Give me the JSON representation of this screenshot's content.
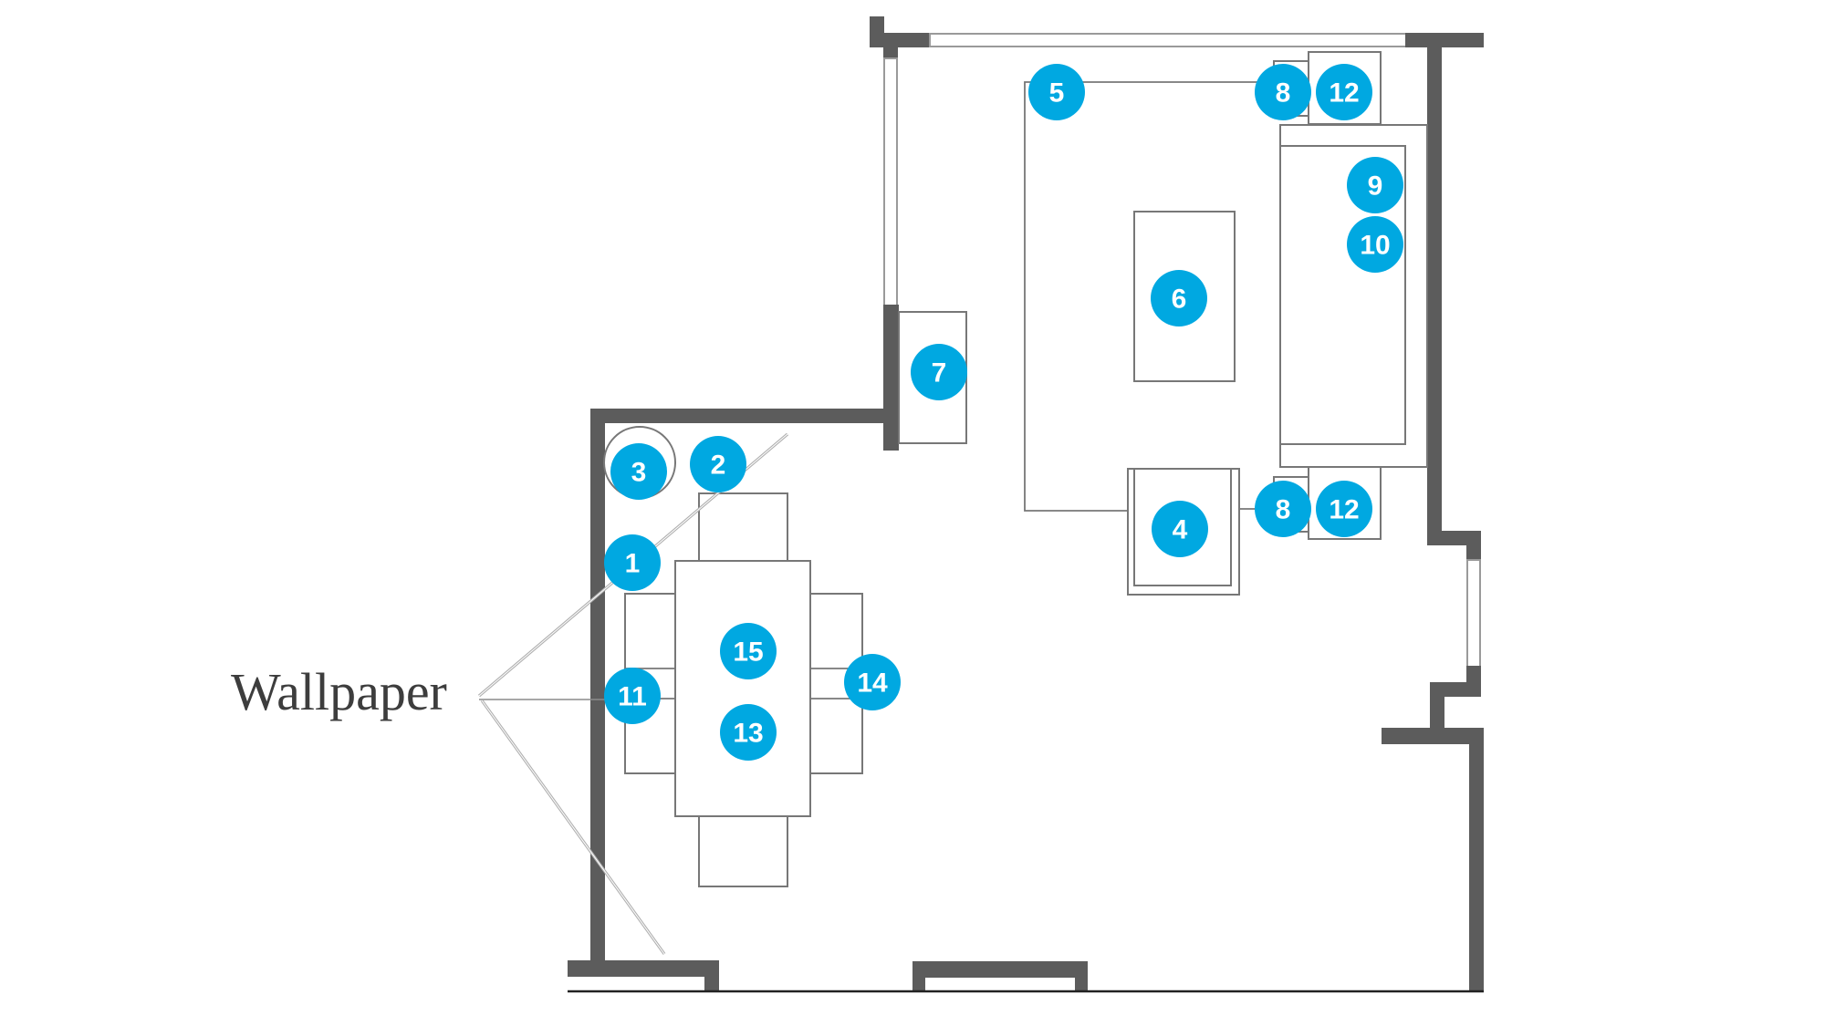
{
  "diagram": {
    "type": "floor-plan",
    "title": "",
    "colors": {
      "wall": "#5c5c5c",
      "marker": "#00a8e1",
      "marker_text": "#ffffff",
      "furniture_outline": "#777777",
      "label_text": "#3d3d3d"
    },
    "annotation": {
      "label": "Wallpaper",
      "points_to": [
        "dining-top-wall",
        "dining-left-wall",
        "dining-bottom-wall"
      ]
    },
    "markers": [
      {
        "id": "1",
        "label": "1",
        "area": "dining",
        "near": "left wall"
      },
      {
        "id": "2",
        "label": "2",
        "area": "dining",
        "near": "top chair"
      },
      {
        "id": "3",
        "label": "3",
        "area": "dining",
        "near": "round corner item"
      },
      {
        "id": "4",
        "label": "4",
        "area": "living",
        "near": "armchair"
      },
      {
        "id": "5",
        "label": "5",
        "area": "living",
        "near": "rug corner"
      },
      {
        "id": "6",
        "label": "6",
        "area": "living",
        "near": "coffee table"
      },
      {
        "id": "7",
        "label": "7",
        "area": "living",
        "near": "console"
      },
      {
        "id": "8a",
        "label": "8",
        "area": "living",
        "near": "upper side table lamp"
      },
      {
        "id": "12a",
        "label": "12",
        "area": "living",
        "near": "upper side table"
      },
      {
        "id": "9",
        "label": "9",
        "area": "living",
        "near": "sofa"
      },
      {
        "id": "10",
        "label": "10",
        "area": "living",
        "near": "sofa"
      },
      {
        "id": "8b",
        "label": "8",
        "area": "living",
        "near": "lower side table lamp"
      },
      {
        "id": "12b",
        "label": "12",
        "area": "living",
        "near": "lower side table"
      },
      {
        "id": "11",
        "label": "11",
        "area": "dining",
        "near": "left chair"
      },
      {
        "id": "15",
        "label": "15",
        "area": "dining",
        "near": "dining table"
      },
      {
        "id": "13",
        "label": "13",
        "area": "dining",
        "near": "dining table"
      },
      {
        "id": "14",
        "label": "14",
        "area": "dining",
        "near": "right chair"
      }
    ],
    "furniture": [
      "dining-table",
      "dining-chair-top",
      "dining-chair-bottom",
      "dining-chair-left",
      "dining-chair-right",
      "round-corner-item",
      "console",
      "rug",
      "coffee-table",
      "sofa",
      "side-table-upper",
      "side-table-lower",
      "armchair"
    ]
  }
}
